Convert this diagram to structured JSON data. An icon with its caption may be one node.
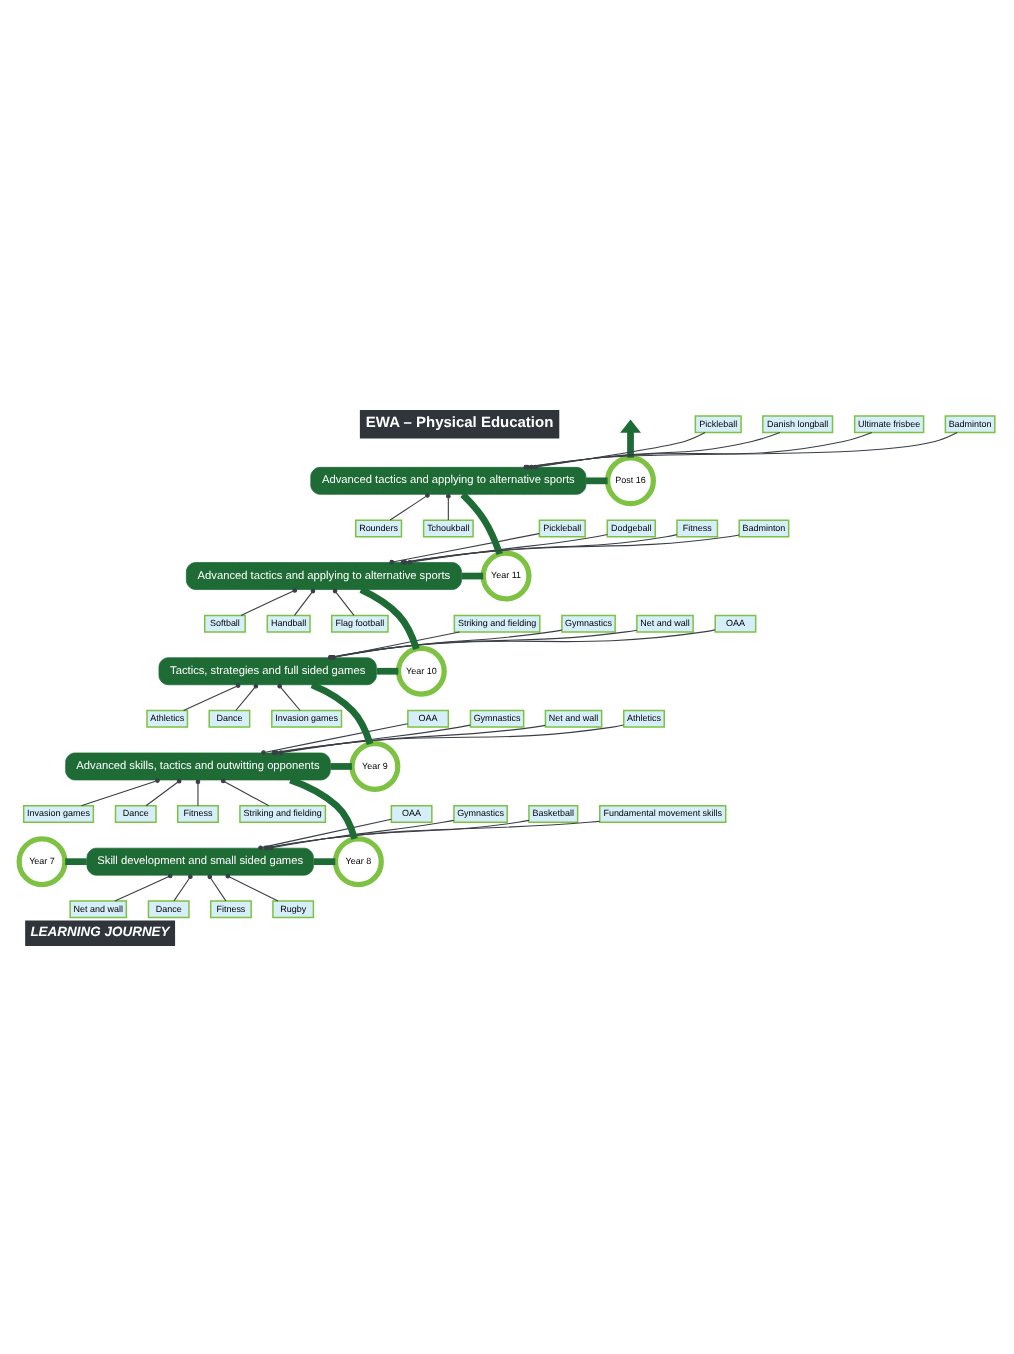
{
  "diagram": {
    "title": "EWA – Physical Education",
    "caption": "LEARNING JOURNEY",
    "nodes": [
      {
        "text": [
          "Post 16"
        ]
      },
      {
        "text": [
          "Pickleball"
        ]
      },
      {
        "text": [
          "Danish longball"
        ]
      },
      {
        "text": [
          "Ultimate frisbee"
        ]
      },
      {
        "text": [
          "Badminton"
        ]
      },
      {
        "text": [
          "Advanced tactics and applying to alternative sports"
        ]
      },
      {
        "text": [
          "Rounders"
        ]
      },
      {
        "text": [
          "Tchoukball"
        ]
      },
      {
        "text": [
          "Pickleball"
        ]
      },
      {
        "text": [
          "Dodgeball"
        ]
      },
      {
        "text": [
          "Fitness"
        ]
      },
      {
        "text": [
          "Year 11"
        ]
      },
      {
        "text": [
          "Badminton"
        ]
      },
      {
        "text": [
          "Advanced tactics and applying to alternative sports"
        ]
      },
      {
        "text": [
          "Softball"
        ]
      },
      {
        "text": [
          "Handball"
        ]
      },
      {
        "text": [
          "Flag football"
        ]
      },
      {
        "text": [
          "Striking and fielding"
        ]
      },
      {
        "text": [
          "Gymnastics"
        ]
      },
      {
        "text": [
          "Net and wall"
        ]
      },
      {
        "text": [
          "OAA"
        ]
      },
      {
        "text": [
          "Year 10"
        ]
      },
      {
        "text": [
          "Tactics, strategies and full sided games"
        ]
      },
      {
        "text": [
          "Athletics"
        ]
      },
      {
        "text": [
          "Dance"
        ]
      },
      {
        "text": [
          "Invasion games"
        ]
      },
      {
        "text": [
          "OAA"
        ]
      },
      {
        "text": [
          "Gymnastics"
        ]
      },
      {
        "text": [
          "Net and wall"
        ]
      },
      {
        "text": [
          "Athletics"
        ]
      },
      {
        "text": [
          "Year 9"
        ]
      },
      {
        "text": [
          "Advanced skills, tactics and outwitting opponents"
        ]
      },
      {
        "text": [
          "Invasion games"
        ]
      },
      {
        "text": [
          "Dance"
        ]
      },
      {
        "text": [
          "Fitness"
        ]
      },
      {
        "text": [
          "Striking and fielding"
        ]
      },
      {
        "text": [
          "OAA"
        ]
      },
      {
        "text": [
          "Gymnastics"
        ]
      },
      {
        "text": [
          "Basketball"
        ]
      },
      {
        "text": [
          "Fundamental movement skills"
        ]
      },
      {
        "text": [
          "Year 8"
        ]
      },
      {
        "text": [
          "Skill development and small sided games"
        ]
      },
      {
        "text": [
          "Year 7"
        ]
      },
      {
        "text": [
          "Net and wall"
        ]
      },
      {
        "text": [
          "Dance"
        ]
      },
      {
        "text": [
          "Fitness"
        ]
      },
      {
        "text": [
          "Rugby"
        ]
      }
    ],
    "edges": [
      {
        "from": 42,
        "to": 41,
        "arrow": "none",
        "style": "thick",
        "color": "#1e6b35"
      },
      {
        "from": 41,
        "to": 40,
        "arrow": "none",
        "style": "thick",
        "color": "#1e6b35"
      },
      {
        "from": 40,
        "to": 31,
        "arrow": "none",
        "style": "thick",
        "color": "#1e6b35"
      },
      {
        "from": 31,
        "to": 30,
        "arrow": "none",
        "style": "thick",
        "color": "#1e6b35"
      },
      {
        "from": 30,
        "to": 22,
        "arrow": "none",
        "style": "thick",
        "color": "#1e6b35"
      },
      {
        "from": 22,
        "to": 21,
        "arrow": "none",
        "style": "thick",
        "color": "#1e6b35"
      },
      {
        "from": 21,
        "to": 13,
        "arrow": "none",
        "style": "thick",
        "color": "#1e6b35"
      },
      {
        "from": 13,
        "to": 11,
        "arrow": "none",
        "style": "thick",
        "color": "#1e6b35"
      },
      {
        "from": 11,
        "to": 5,
        "arrow": "none",
        "style": "thick",
        "color": "#1e6b35"
      },
      {
        "from": 5,
        "to": 0,
        "arrow": "none",
        "style": "thick",
        "color": "#1e6b35"
      },
      {
        "from": 0,
        "to": null,
        "arrow": "to",
        "style": "thick",
        "color": "#1e6b35"
      },
      {
        "from": 1,
        "to": 5,
        "arrow": "other"
      },
      {
        "from": 2,
        "to": 5,
        "arrow": "other"
      },
      {
        "from": 3,
        "to": 5,
        "arrow": "other"
      },
      {
        "from": 4,
        "to": 5,
        "arrow": "other"
      },
      {
        "from": 6,
        "to": 5,
        "arrow": "other"
      },
      {
        "from": 7,
        "to": 5,
        "arrow": "other"
      },
      {
        "from": 8,
        "to": 13,
        "arrow": "other"
      },
      {
        "from": 9,
        "to": 13,
        "arrow": "other"
      },
      {
        "from": 10,
        "to": 13,
        "arrow": "other"
      },
      {
        "from": 12,
        "to": 13,
        "arrow": "other"
      },
      {
        "from": 14,
        "to": 13,
        "arrow": "other"
      },
      {
        "from": 15,
        "to": 13,
        "arrow": "other"
      },
      {
        "from": 16,
        "to": 13,
        "arrow": "other"
      },
      {
        "from": 17,
        "to": 22,
        "arrow": "other"
      },
      {
        "from": 18,
        "to": 22,
        "arrow": "other"
      },
      {
        "from": 19,
        "to": 22,
        "arrow": "other"
      },
      {
        "from": 20,
        "to": 22,
        "arrow": "other"
      },
      {
        "from": 23,
        "to": 22,
        "arrow": "other"
      },
      {
        "from": 24,
        "to": 22,
        "arrow": "other"
      },
      {
        "from": 25,
        "to": 22,
        "arrow": "other"
      },
      {
        "from": 26,
        "to": 31,
        "arrow": "other"
      },
      {
        "from": 27,
        "to": 31,
        "arrow": "other"
      },
      {
        "from": 28,
        "to": 31,
        "arrow": "other"
      },
      {
        "from": 29,
        "to": 31,
        "arrow": "other"
      },
      {
        "from": 32,
        "to": 31,
        "arrow": "other"
      },
      {
        "from": 33,
        "to": 31,
        "arrow": "other"
      },
      {
        "from": 34,
        "to": 31,
        "arrow": "other"
      },
      {
        "from": 35,
        "to": 31,
        "arrow": "other"
      },
      {
        "from": 36,
        "to": 41,
        "arrow": "other"
      },
      {
        "from": 37,
        "to": 41,
        "arrow": "other"
      },
      {
        "from": 38,
        "to": 41,
        "arrow": "other"
      },
      {
        "from": 39,
        "to": 41,
        "arrow": "other"
      },
      {
        "from": 43,
        "to": 41,
        "arrow": "other"
      },
      {
        "from": 44,
        "to": 41,
        "arrow": "other"
      },
      {
        "from": 45,
        "to": 41,
        "arrow": "other"
      },
      {
        "from": 46,
        "to": 41,
        "arrow": "other"
      }
    ]
  }
}
